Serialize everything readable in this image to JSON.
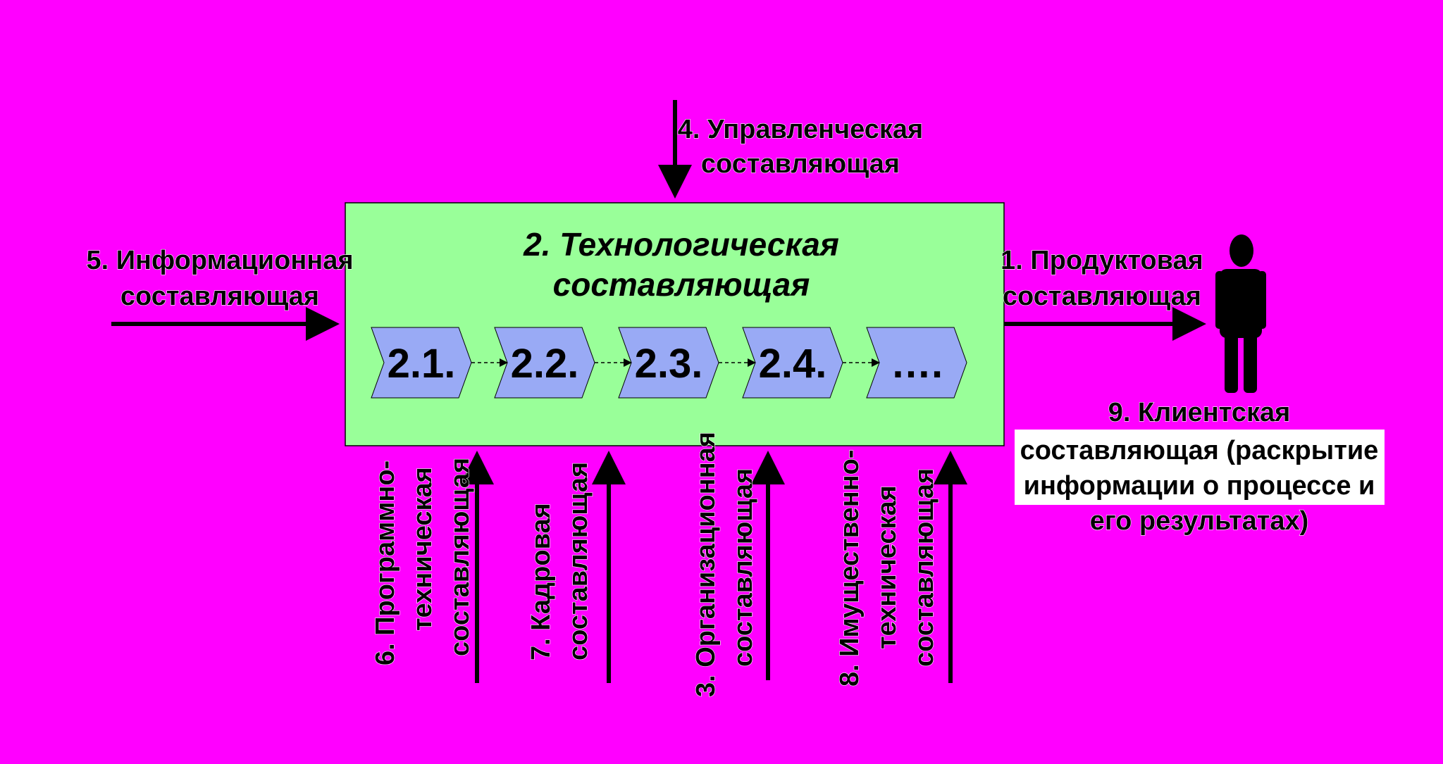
{
  "colors": {
    "background": "#ff00ff",
    "main_box": "#99ff99",
    "chevron": "#99aaf5",
    "client_box": "#ffffff",
    "stroke": "#000000"
  },
  "main_box": {
    "title_line1": "2. Технологическая",
    "title_line2": "составляющая"
  },
  "steps": [
    {
      "label": "2.1."
    },
    {
      "label": "2.2."
    },
    {
      "label": "2.3."
    },
    {
      "label": "2.4."
    },
    {
      "label": "…."
    }
  ],
  "top_input": {
    "line1": "4. Управленческая",
    "line2": "составляющая"
  },
  "left_input": {
    "line1": "5. Информационная",
    "line2": "составляющая"
  },
  "right_output": {
    "line1": "1. Продуктовая",
    "line2": "составляющая"
  },
  "client": {
    "icon": "person-icon",
    "line1": "9. Клиентская",
    "line2": "составляющая (раскрытие",
    "line3": "информации о процессе и",
    "line4": "его результатах)"
  },
  "bottom_inputs": [
    {
      "lines": [
        "6. Программно-",
        "техническая",
        "составляющая"
      ]
    },
    {
      "lines": [
        "7. Кадровая",
        "составляющая"
      ]
    },
    {
      "lines": [
        "3. Организационная",
        "составляющая"
      ]
    },
    {
      "lines": [
        "8. Имущественно-",
        "техническая",
        "составляющая"
      ]
    }
  ]
}
